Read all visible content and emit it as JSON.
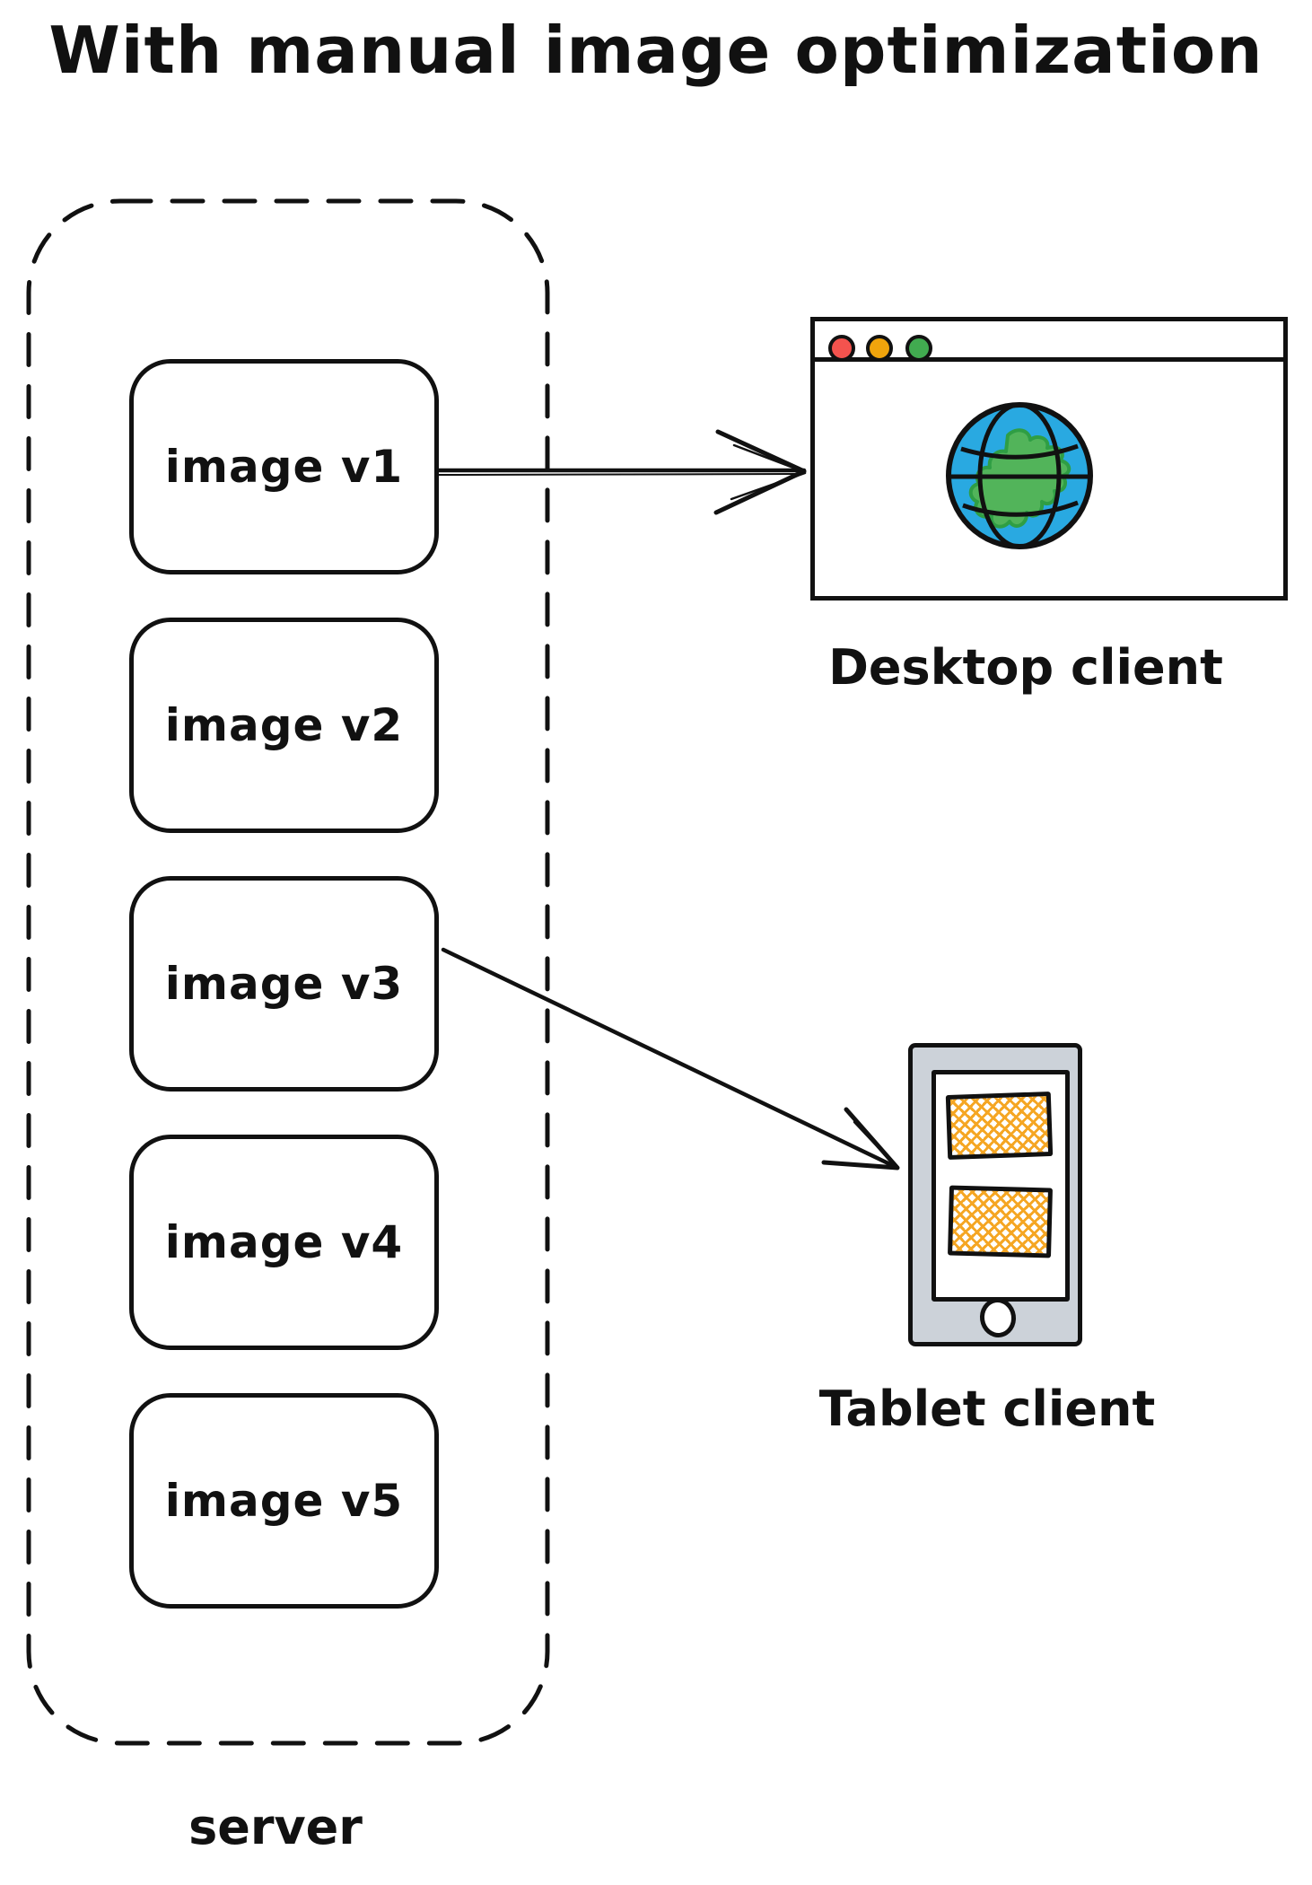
{
  "title": "With manual image optimization",
  "server": {
    "label": "server",
    "images": [
      {
        "label": "image v1"
      },
      {
        "label": "image v2"
      },
      {
        "label": "image v3"
      },
      {
        "label": "image v4"
      },
      {
        "label": "image v5"
      }
    ]
  },
  "clients": {
    "desktop": {
      "label": "Desktop client"
    },
    "tablet": {
      "label": "Tablet client"
    }
  },
  "connections": [
    {
      "from": "image v1",
      "to": "Desktop client"
    },
    {
      "from": "image v3",
      "to": "Tablet client"
    }
  ],
  "colors": {
    "ink": "#111111",
    "dot_red": "#f4534e",
    "dot_yellow": "#f0a40c",
    "dot_green": "#41ab50",
    "globe_ocean": "#29a9e1",
    "globe_land": "#52b45a",
    "globe_land_edge": "#2f9e44",
    "tablet_body": "#ccd2d9",
    "placeholder": "#f5a623"
  }
}
